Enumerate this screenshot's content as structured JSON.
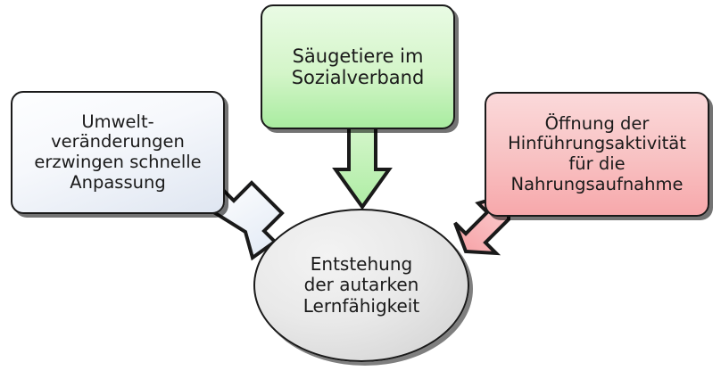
{
  "diagram": {
    "background_color": "#ffffff",
    "outline_color": "#1a1a1a",
    "nodes": [
      {
        "id": "top-box",
        "shape": "rounded-rectangle",
        "label": "Säugetiere im\nSozialverband",
        "fill_color": "#c8f2bc",
        "position": "top-center"
      },
      {
        "id": "left-box",
        "shape": "rounded-rectangle",
        "label": "Umwelt-\nveränderungen\nerzwingen schnelle\nAnpassung",
        "fill_color": "#eef2f8",
        "position": "left"
      },
      {
        "id": "right-box",
        "shape": "rounded-rectangle",
        "label": "Öffnung der\nHinführungsaktivität\nfür die\nNahrungsaufnahme",
        "fill_color": "#f9bfc1",
        "position": "right"
      },
      {
        "id": "center-ellipse",
        "shape": "ellipse",
        "label": "Entstehung\nder autarken\nLernfähigkeit",
        "fill_color": "#e2e2e2",
        "position": "bottom-center"
      }
    ],
    "arrows": [
      {
        "id": "arrow-down-green",
        "from": "top-box",
        "to": "center-ellipse",
        "direction": "down",
        "fill_color": "#c8f2bc"
      },
      {
        "id": "arrow-left-to-center",
        "from": "left-box",
        "to": "center-ellipse",
        "direction": "down-right",
        "fill_color": "#f1f5fb"
      },
      {
        "id": "arrow-right-to-center",
        "from": "right-box",
        "to": "center-ellipse",
        "direction": "down-left",
        "fill_color": "#f9b6b9"
      }
    ]
  }
}
